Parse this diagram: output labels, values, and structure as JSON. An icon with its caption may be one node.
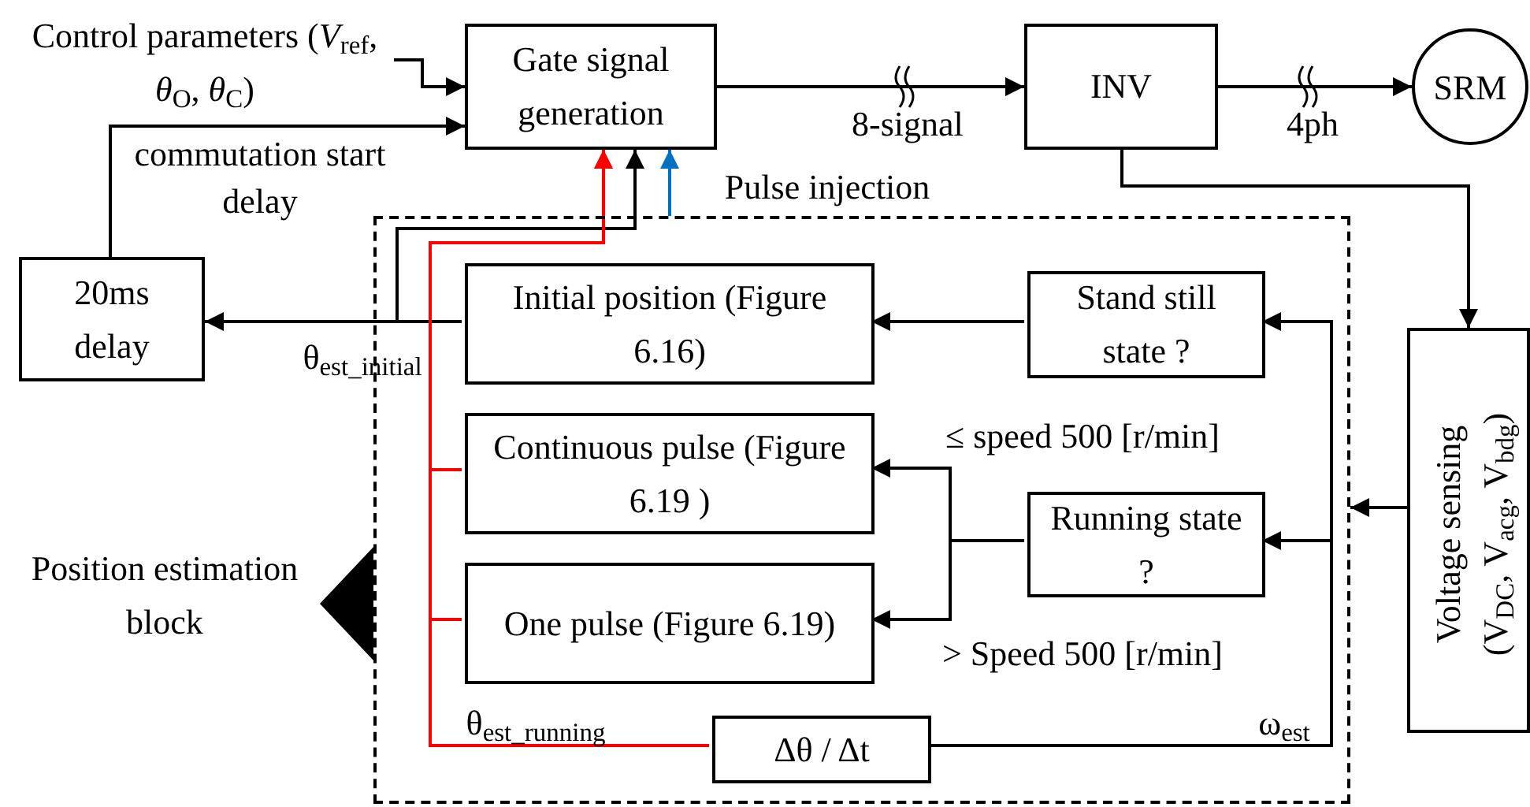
{
  "diagram": {
    "nodes": [
      {
        "text": [
          "Control parameters (*V*$_{ref}$, *θ*$_{O}$, *θ*$_{C}$)"
        ]
      },
      {
        "text": [
          "Gate signal generation"
        ]
      },
      {
        "text": [
          "INV"
        ]
      },
      {
        "text": [
          "SRM"
        ]
      },
      {
        "text": [
          "20ms delay"
        ]
      },
      {
        "text": [
          "Position estimation block"
        ]
      },
      {
        "text": [
          "Initial position (Figure 6.16)"
        ],
        "in": 5
      },
      {
        "text": [
          "Stand still state ?"
        ],
        "in": 5
      },
      {
        "text": [
          "Continuous pulse (Figure 6.19 )"
        ],
        "in": 5
      },
      {
        "text": [
          "Running state ?"
        ],
        "in": 5
      },
      {
        "text": [
          "One pulse (Figure 6.19)"
        ],
        "in": 5
      },
      {
        "text": [
          "Δθ / Δt"
        ],
        "in": 5
      },
      {
        "text": [
          "Voltage sensing",
          "(V$_{DC}$, V$_{acg}$, V$_{bdg}$)"
        ]
      }
    ],
    "edges": [
      {
        "from": 0,
        "to": 1,
        "arrow": "to"
      },
      {
        "from": 4,
        "to": 1,
        "arrow": "to",
        "label": "commutation start delay"
      },
      {
        "from": 1,
        "to": 2,
        "arrow": "to",
        "label": "8-signal"
      },
      {
        "from": 2,
        "to": 3,
        "arrow": "to",
        "label": "4ph"
      },
      {
        "from": 2,
        "to": 12,
        "arrow": "to"
      },
      {
        "from": 12,
        "to": 5,
        "arrow": "to"
      },
      {
        "from": 6,
        "to": 4,
        "arrow": "to",
        "label": "θ$_{est_initial}$"
      },
      {
        "from": 6,
        "to": 1,
        "arrow": "to"
      },
      {
        "from": 7,
        "to": 6,
        "arrow": "to"
      },
      {
        "from": 11,
        "to": 7,
        "arrow": "to"
      },
      {
        "from": 11,
        "to": 9,
        "arrow": "to",
        "label": "ω$_{est}$"
      },
      {
        "from": 9,
        "to": 8,
        "arrow": "to",
        "label": "≤ speed 500 [r/min]"
      },
      {
        "from": 9,
        "to": 10,
        "arrow": "to",
        "label": "> Speed 500 [r/min]"
      },
      {
        "from": 8,
        "to": 1,
        "arrow": "to",
        "color": "#ff0000"
      },
      {
        "from": 10,
        "to": 1,
        "arrow": "to",
        "color": "#ff0000"
      },
      {
        "from": 8,
        "to": 11,
        "arrow": "none",
        "color": "#ff0000"
      },
      {
        "from": 10,
        "to": 11,
        "arrow": "none",
        "color": "#ff0000",
        "label": "θ$_{est_running}$"
      },
      {
        "from": 5,
        "to": 1,
        "arrow": "to",
        "color": "#0070c0",
        "label": "Pulse injection"
      }
    ]
  }
}
